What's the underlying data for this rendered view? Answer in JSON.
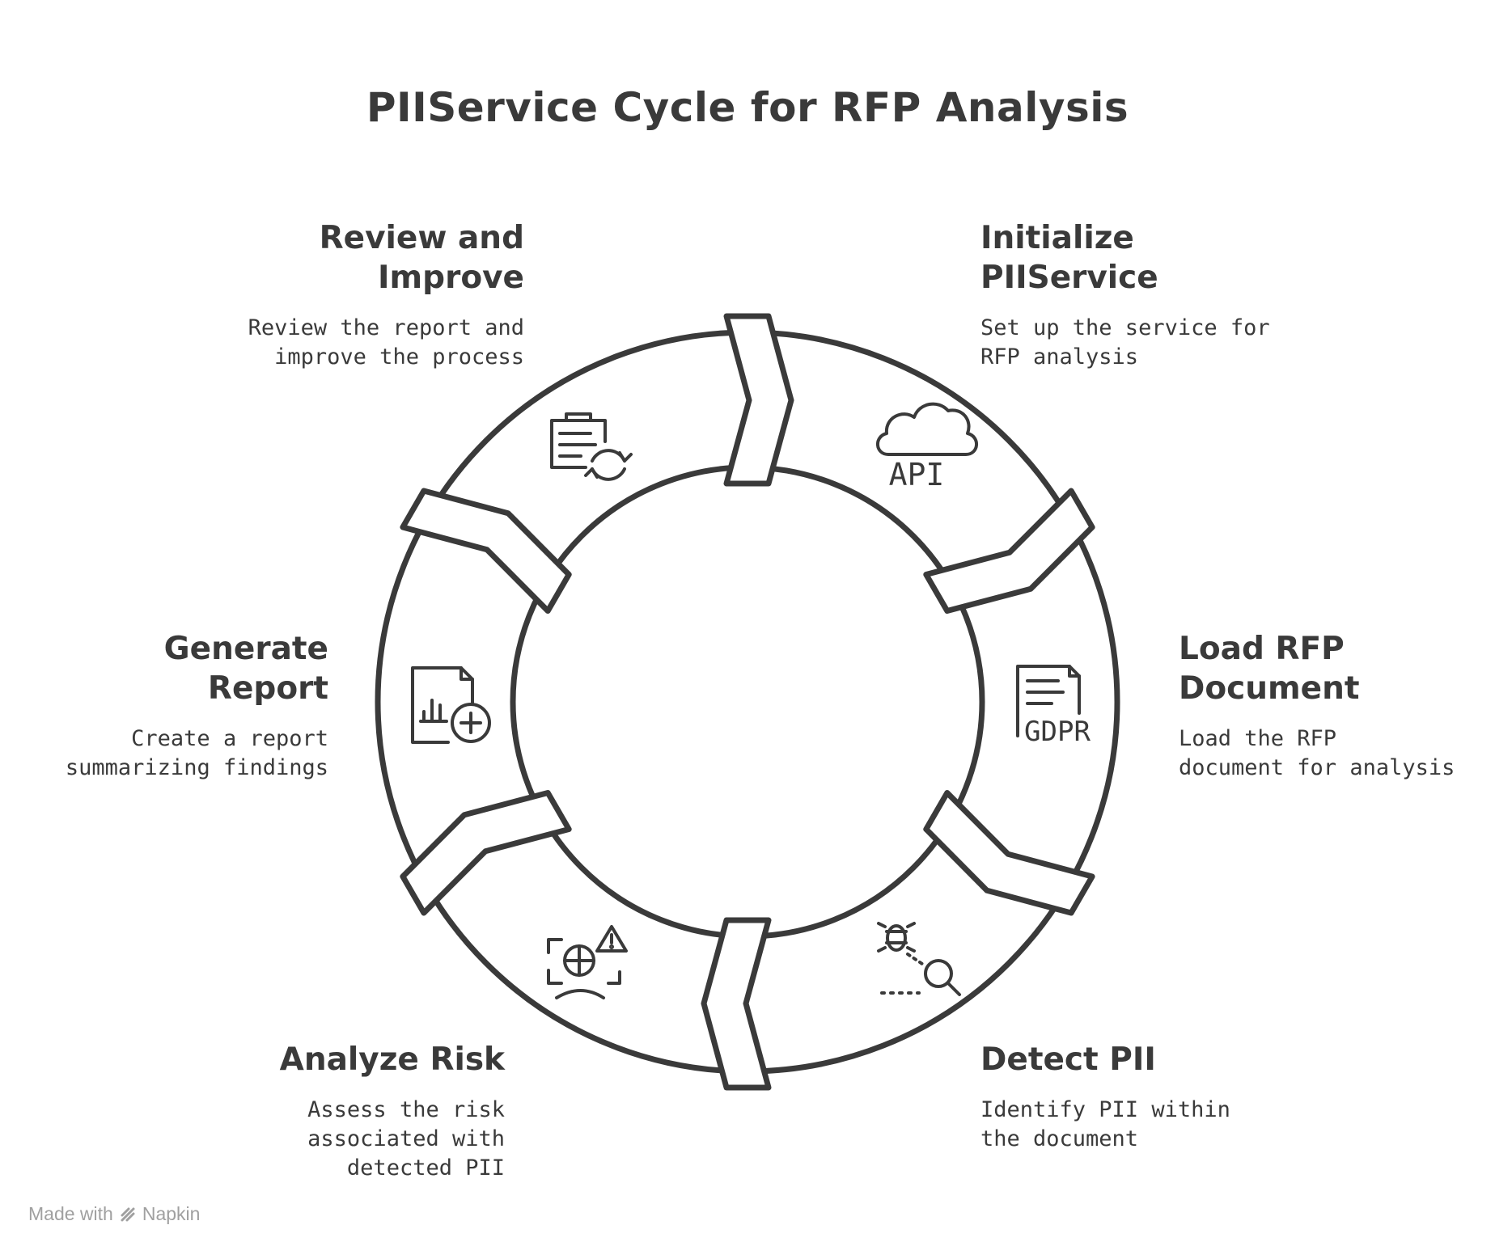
{
  "title": "PIIService Cycle for RFP Analysis",
  "steps": [
    {
      "id": "initialize",
      "title_lines": [
        "Initialize",
        "PIIService"
      ],
      "desc_lines": [
        "Set up the service for",
        "RFP analysis"
      ],
      "icon": "cloud-api-icon",
      "icon_text": "API"
    },
    {
      "id": "load",
      "title_lines": [
        "Load RFP",
        "Document"
      ],
      "desc_lines": [
        "Load the RFP",
        "document for analysis"
      ],
      "icon": "gdpr-document-icon",
      "icon_text": "GDPR"
    },
    {
      "id": "detect",
      "title_lines": [
        "Detect PII"
      ],
      "desc_lines": [
        "Identify PII within",
        "the document"
      ],
      "icon": "bug-search-icon"
    },
    {
      "id": "analyze",
      "title_lines": [
        "Analyze Risk"
      ],
      "desc_lines": [
        "Assess the risk",
        "associated with",
        "detected PII"
      ],
      "icon": "risk-warning-icon"
    },
    {
      "id": "generate",
      "title_lines": [
        "Generate",
        "Report"
      ],
      "desc_lines": [
        "Create a report",
        "summarizing findings"
      ],
      "icon": "report-add-icon"
    },
    {
      "id": "review",
      "title_lines": [
        "Review and",
        "Improve"
      ],
      "desc_lines": [
        "Review the report and",
        "improve the process"
      ],
      "icon": "clipboard-refresh-icon"
    }
  ],
  "footer": {
    "made_with": "Made with",
    "brand": "Napkin"
  },
  "colors": {
    "stroke": "#3a3a3a",
    "footer": "#a0a0a0",
    "background": "#ffffff"
  }
}
